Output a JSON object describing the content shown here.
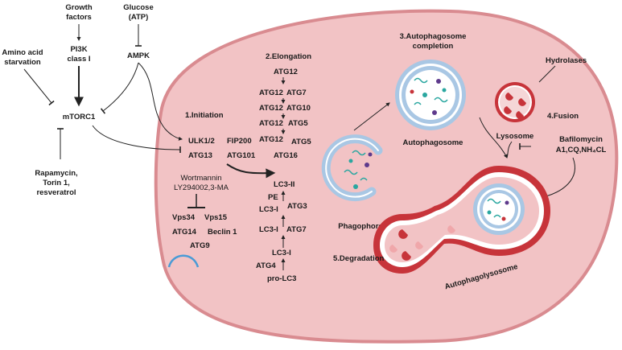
{
  "outside": {
    "growth_factors": [
      "Growth",
      "factors"
    ],
    "glucose": [
      "Glucose",
      "(ATP)"
    ],
    "amino_acid": [
      "Amino acid",
      "starvation"
    ],
    "pi3k": [
      "PI3K",
      "class I"
    ],
    "ampk": "AMPK",
    "mtorc1": "mTORC1",
    "inhibitors": [
      "Rapamycin,",
      "Torin 1,",
      "resveratrol"
    ]
  },
  "initiation": {
    "title": "1.Initiation",
    "ulk": "ULK1/2",
    "fip200": "FIP200",
    "atg13": "ATG13",
    "atg101": "ATG101",
    "wortmannin": [
      "Wortmannin",
      "LY294002,3-MA"
    ],
    "vps34": "Vps34",
    "vps15": "Vps15",
    "atg14": "ATG14",
    "beclin": "Beclin 1",
    "atg9": "ATG9"
  },
  "elongation": {
    "title": "2.Elongation",
    "atg12_top": "ATG12",
    "atg12_a": "ATG12",
    "atg7": "ATG7",
    "atg12_b": "ATG12",
    "atg10": "ATG10",
    "atg12_c": "ATG12",
    "atg5_a": "ATG5",
    "atg12_d": "ATG12",
    "atg5_b": "ATG5",
    "atg16": "ATG16",
    "lc3ii": "LC3-II",
    "pe": "PE",
    "lc3i_a": "LC3-I",
    "atg3": "ATG3",
    "lc3i_b": "LC3-I",
    "atg7_b": "ATG7",
    "lc3i_c": "LC3-I",
    "atg4": "ATG4",
    "prolc3": "pro-LC3"
  },
  "completion": {
    "title": [
      "3.Autophagosome",
      "completion"
    ],
    "autophagosome": "Autophagosome",
    "phagophore": "Phagophore"
  },
  "fusion": {
    "hydrolases": "Hydrolases",
    "title": "4.Fusion",
    "lysosome": "Lysosome",
    "bafilomycin": [
      "Bafilomycin",
      "A1,CQ,NH₄CL"
    ]
  },
  "degradation": {
    "title": "5.Degradation",
    "autophagolysosome": "Autophagolysosome"
  },
  "colors": {
    "cell_fill": "#f2c3c5",
    "cell_border": "#d98b90",
    "membrane_blue": "#a9c7e4",
    "lysosome_red": "#c7343a",
    "cargo_teal": "#2aa7a0",
    "cargo_purple": "#5e3a8c"
  }
}
